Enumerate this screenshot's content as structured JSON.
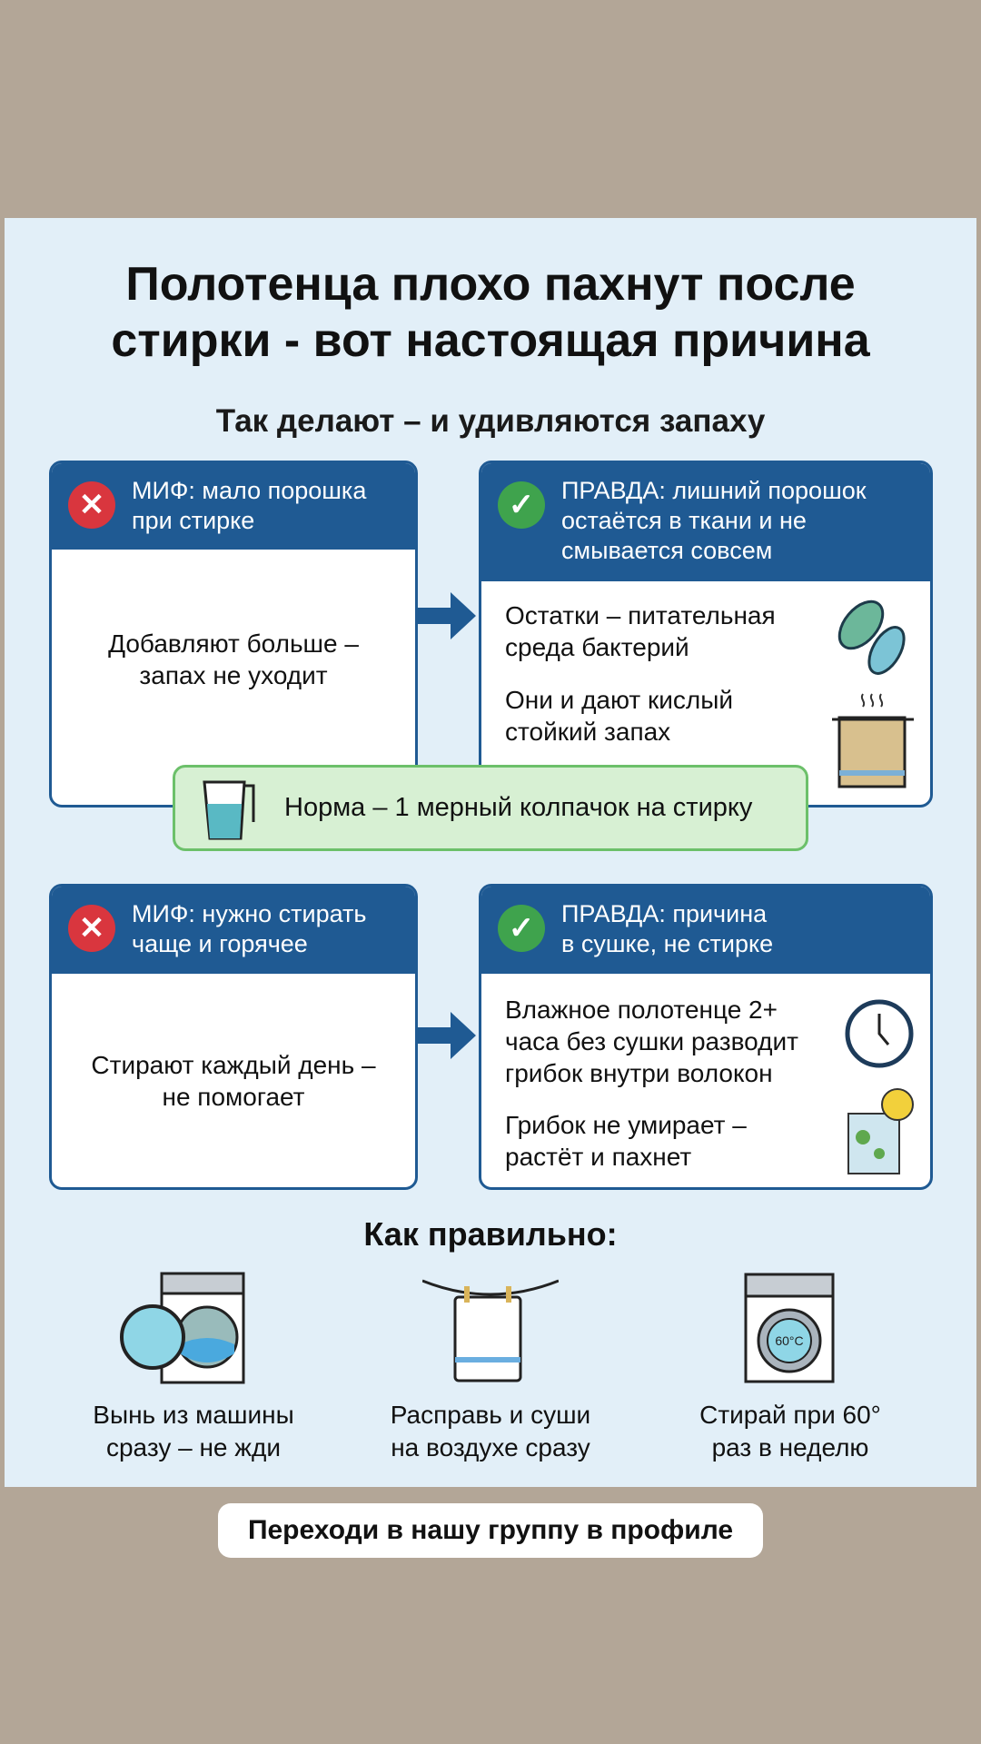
{
  "title": [
    "Полотенца плохо пахнут после",
    "стирки - вот настоящая причина"
  ],
  "subtitle": "Так делают – и удивляются запаху",
  "block1": {
    "myth_header": [
      "МИФ: мало порошка",
      "при стирке"
    ],
    "myth_body": [
      "Добавляют больше –",
      "запах не уходит"
    ],
    "truth_header": [
      "ПРАВДА: лишний порошок",
      "остаётся в ткани и не",
      "смывается совсем"
    ],
    "facts": [
      [
        "Остатки – питательная",
        "среда бактерий"
      ],
      [
        "Они и дают кислый",
        "стойкий запах"
      ]
    ],
    "icons": [
      "bacteria-icon",
      "smelly-towel-icon"
    ]
  },
  "norm": "Норма – 1 мерный колпачок на стирку",
  "block2": {
    "myth_header": [
      "МИФ: нужно стирать",
      "чаще и горячее"
    ],
    "myth_body": [
      "Стирают каждый день –",
      "не помогает"
    ],
    "truth_header": [
      "ПРАВДА: причина",
      "в сушке, не стирке"
    ],
    "facts": [
      [
        "Влажное полотенце 2+",
        "часа без сушки разводит",
        "грибок внутри волокон"
      ],
      [
        "Грибок не умирает –",
        "растёт и пахнет"
      ]
    ],
    "icons": [
      "clock-icon",
      "moldy-towel-icon"
    ]
  },
  "how_title": "Как правильно:",
  "steps": [
    {
      "icon": "washing-machine-open-icon",
      "label": [
        "Вынь из машины",
        "сразу – не жди"
      ]
    },
    {
      "icon": "towel-on-line-icon",
      "label": [
        "Расправь и суши",
        "на воздухе сразу"
      ]
    },
    {
      "icon": "washing-machine-60-icon",
      "label": [
        "Стирай при 60°",
        "раз в неделю"
      ],
      "temp": "60°C"
    }
  ],
  "cta": "Переходи в нашу группу в профиле",
  "colors": {
    "bg": "#b3a697",
    "panel": "#e2eff8",
    "navy": "#1f5a93",
    "red": "#d9363e",
    "green": "#3fa34d"
  }
}
